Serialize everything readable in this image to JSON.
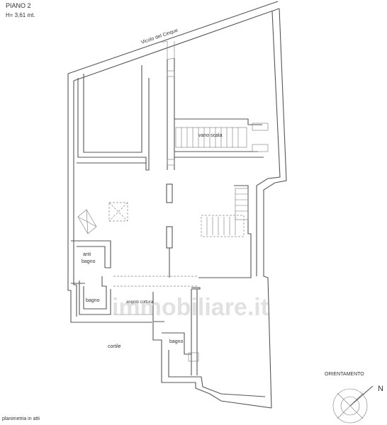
{
  "header": {
    "floor_label": "PIANO 2",
    "height_label": "H= 3,61 mt."
  },
  "rooms": {
    "street": "Vicolo del Cinque",
    "stair": "vano scala",
    "anti_bagno_1": "anti",
    "anti_bagno_2": "bagno",
    "bagno_left": "bagno",
    "angolo_cottura": "angolo cottura",
    "bagno_right": "bagno",
    "cortile": "cortile"
  },
  "watermark": "immobiliare.it",
  "footer": {
    "note": "planimetria in atti"
  },
  "compass": {
    "title": "ORIENTAMENTO",
    "north": "N"
  }
}
